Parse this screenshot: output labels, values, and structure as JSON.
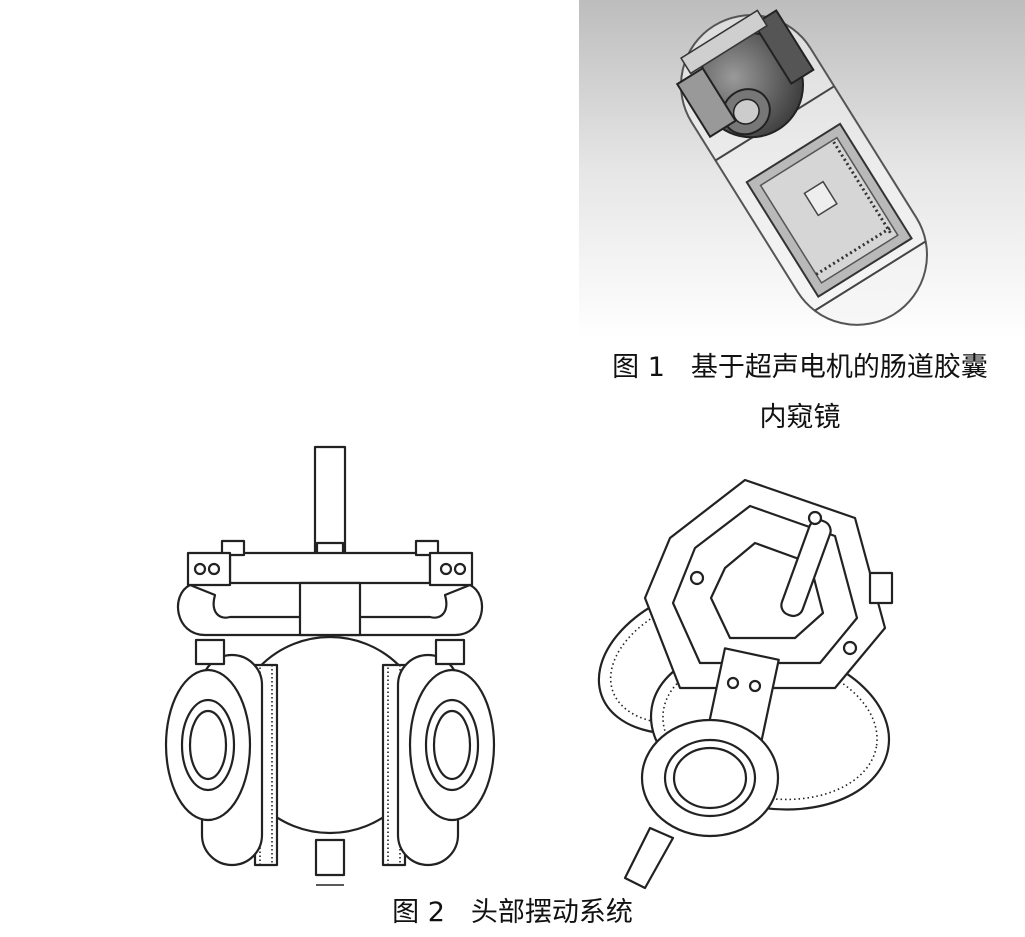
{
  "figure1": {
    "number": "图 1",
    "caption_line1": "基于超声电机的肠道胶囊",
    "caption_line2": "内窥镜"
  },
  "figure2": {
    "number": "图 2",
    "caption": "头部摆动系统"
  }
}
